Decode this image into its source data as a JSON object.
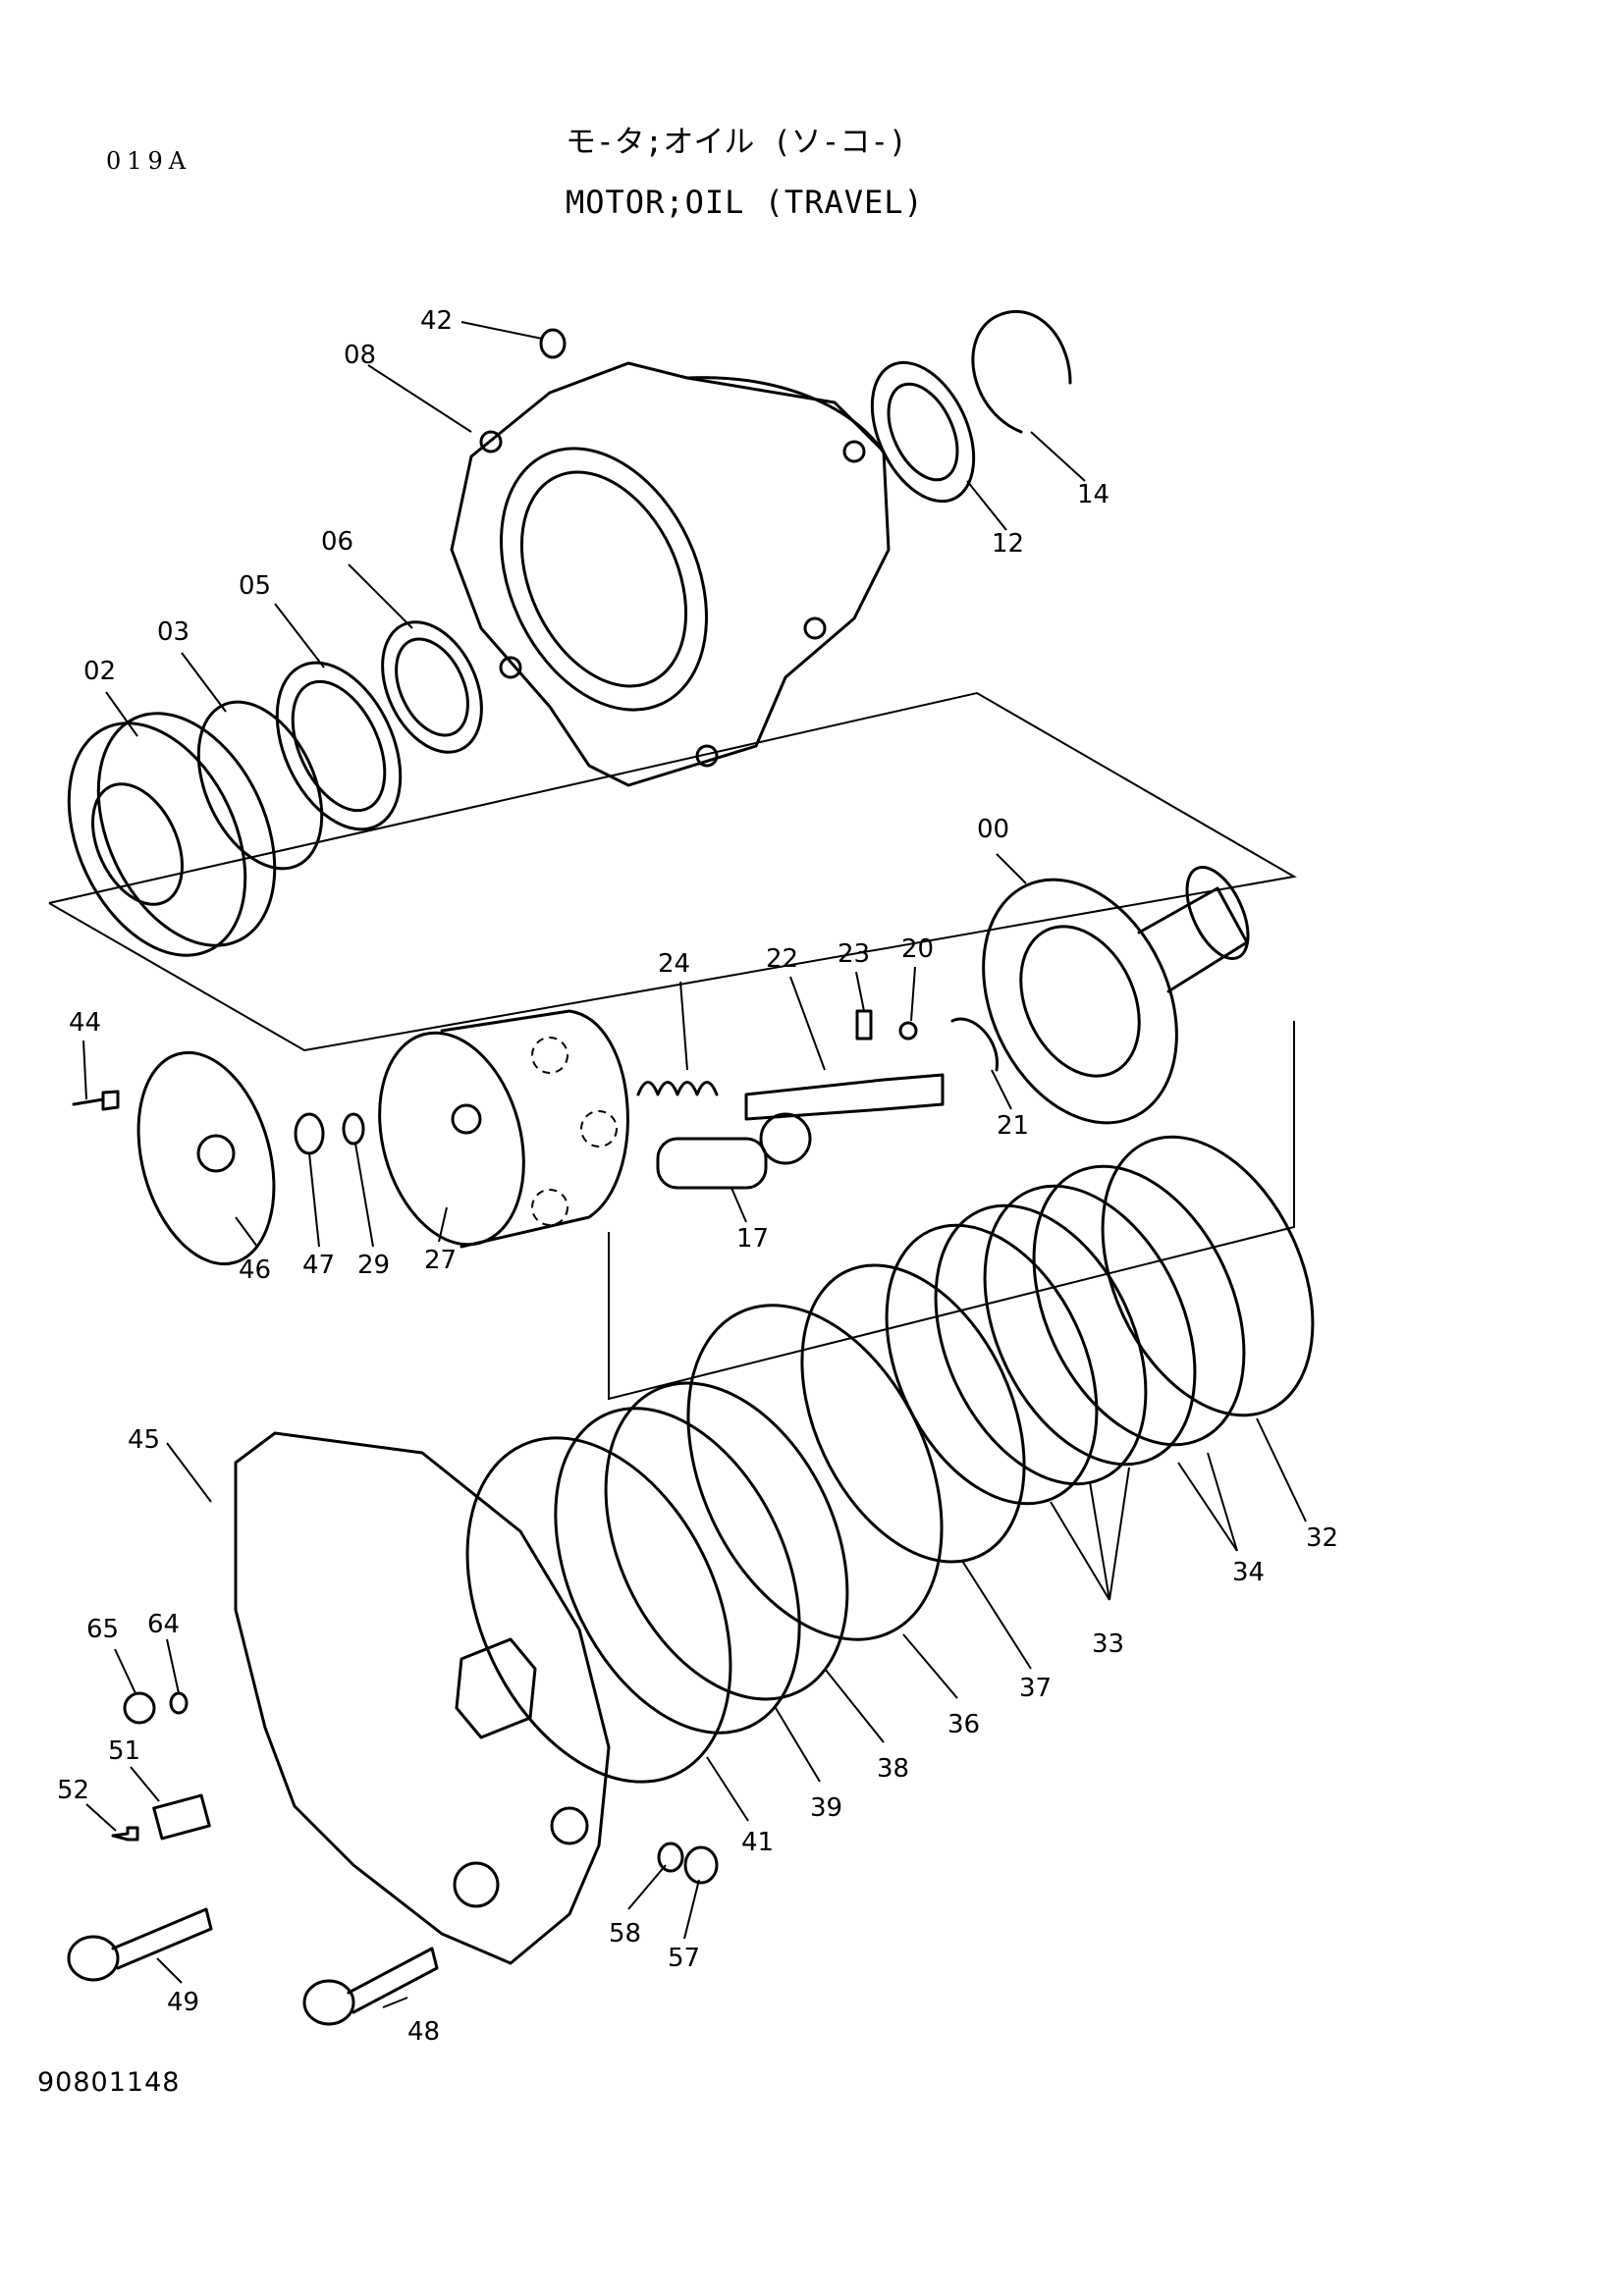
{
  "header": {
    "page_code": "019A",
    "title_jp": "モ-タ;オイル (ソ-コ-)",
    "title_en": "MOTOR;OIL (TRAVEL)"
  },
  "footer": {
    "drawing_number": "90801148"
  },
  "callouts": [
    "42",
    "08",
    "06",
    "05",
    "03",
    "02",
    "12",
    "14",
    "00",
    "24",
    "22",
    "23",
    "20",
    "44",
    "21",
    "17",
    "46",
    "47",
    "29",
    "27",
    "32",
    "34",
    "33",
    "37",
    "36",
    "45",
    "65",
    "64",
    "51",
    "52",
    "38",
    "39",
    "41",
    "58",
    "57",
    "49",
    "48"
  ]
}
